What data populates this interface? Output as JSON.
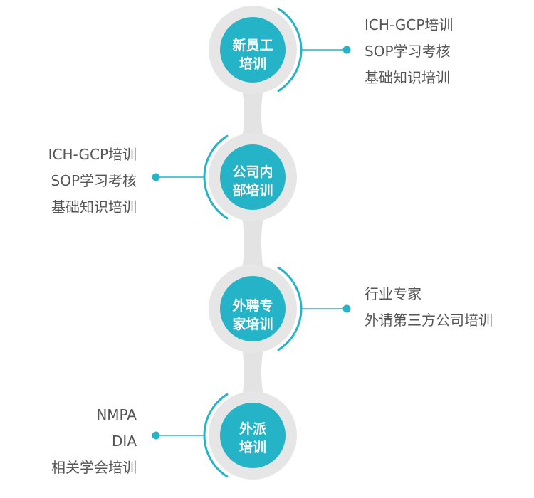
{
  "colors": {
    "accent": "#25b3c7",
    "node_ring": "#e6e6e6",
    "connector": "#e3e3e3",
    "text": "#555555"
  },
  "stages": [
    {
      "title_lines": [
        "新员工",
        "培训"
      ],
      "side": "right",
      "items": [
        "ICH-GCP培训",
        "SOP学习考核",
        "基础知识培训"
      ]
    },
    {
      "title_lines": [
        "公司内",
        "部培训"
      ],
      "side": "left",
      "items": [
        "ICH-GCP培训",
        "SOP学习考核",
        "基础知识培训"
      ]
    },
    {
      "title_lines": [
        "外聘专",
        "家培训"
      ],
      "side": "right",
      "items": [
        "行业专家",
        "外请第三方公司培训"
      ]
    },
    {
      "title_lines": [
        "外派",
        "培训"
      ],
      "side": "left",
      "items": [
        "NMPA",
        "DIA",
        "相关学会培训"
      ]
    }
  ]
}
